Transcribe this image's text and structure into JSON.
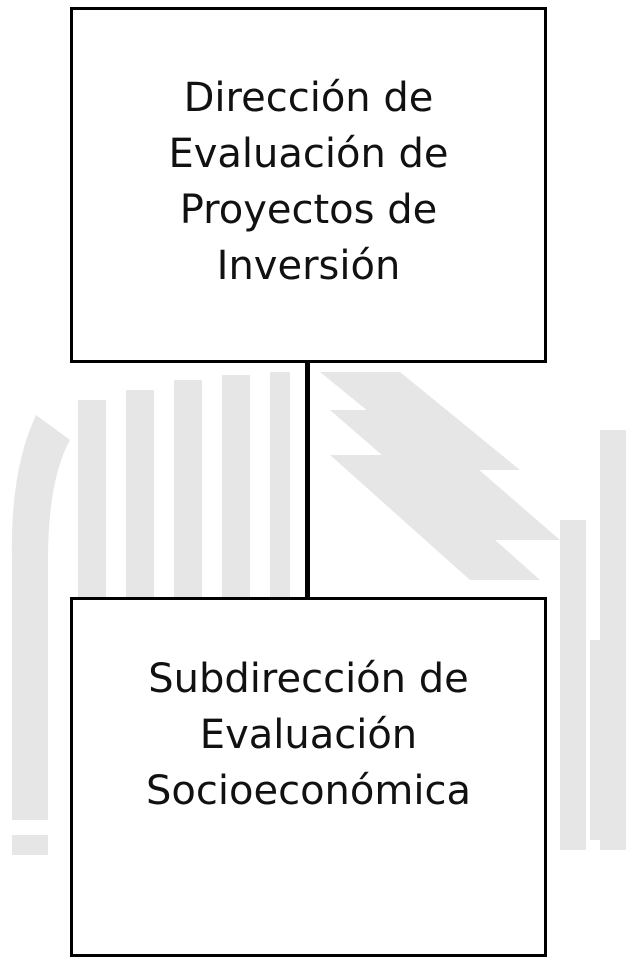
{
  "org_chart": {
    "parent": {
      "label": "Dirección de\nEvaluación de\nProyectos de\nInversión"
    },
    "child": {
      "label": "Subdirección de\nEvaluación\nSocioeconómica"
    }
  },
  "colors": {
    "border": "#000000",
    "text": "#111111",
    "watermark": "#e6e6e6"
  },
  "icons": {
    "watermark": "striped-logo-watermark"
  }
}
